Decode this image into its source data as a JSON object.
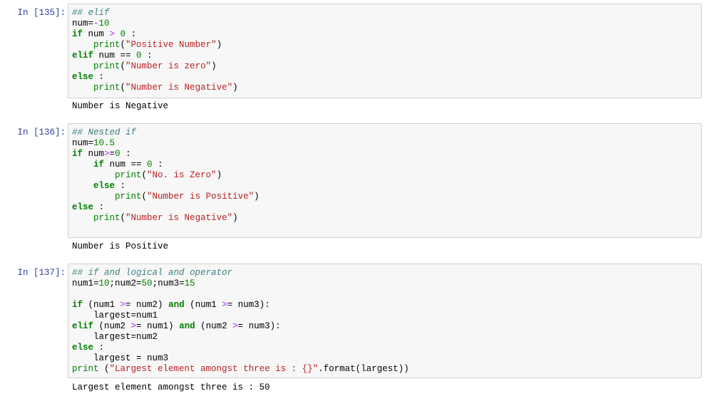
{
  "colors": {
    "prompt": "#303F9F",
    "keyword": "#008000",
    "string": "#BA2121",
    "number": "#008000",
    "operator": "#AA22FF",
    "comment": "#408080",
    "cell_background": "#f7f7f7",
    "cell_border": "#cfcfcf"
  },
  "cells": [
    {
      "prompt": "In [135]:",
      "lines": [
        [
          {
            "t": "c",
            "v": "## elif"
          }
        ],
        [
          {
            "t": "n",
            "v": "num="
          },
          {
            "t": "o",
            "v": "-"
          },
          {
            "t": "m",
            "v": "10"
          }
        ],
        [
          {
            "t": "k",
            "v": "if"
          },
          {
            "t": "n",
            "v": " num "
          },
          {
            "t": "o",
            "v": ">"
          },
          {
            "t": "n",
            "v": " "
          },
          {
            "t": "m",
            "v": "0"
          },
          {
            "t": "n",
            "v": " :"
          }
        ],
        [
          {
            "t": "n",
            "v": "    "
          },
          {
            "t": "nb",
            "v": "print"
          },
          {
            "t": "n",
            "v": "("
          },
          {
            "t": "s",
            "v": "\"Positive Number\""
          },
          {
            "t": "n",
            "v": ")"
          }
        ],
        [
          {
            "t": "k",
            "v": "elif"
          },
          {
            "t": "n",
            "v": " num == "
          },
          {
            "t": "m",
            "v": "0"
          },
          {
            "t": "n",
            "v": " :"
          }
        ],
        [
          {
            "t": "n",
            "v": "    "
          },
          {
            "t": "nb",
            "v": "print"
          },
          {
            "t": "n",
            "v": "("
          },
          {
            "t": "s",
            "v": "\"Number is zero\""
          },
          {
            "t": "n",
            "v": ")"
          }
        ],
        [
          {
            "t": "k",
            "v": "else"
          },
          {
            "t": "n",
            "v": " :"
          }
        ],
        [
          {
            "t": "n",
            "v": "    "
          },
          {
            "t": "nb",
            "v": "print"
          },
          {
            "t": "n",
            "v": "("
          },
          {
            "t": "s",
            "v": "\"Number is Negative\""
          },
          {
            "t": "n",
            "v": ")"
          }
        ]
      ],
      "output": "Number is Negative"
    },
    {
      "prompt": "In [136]:",
      "lines": [
        [
          {
            "t": "c",
            "v": "## Nested if"
          }
        ],
        [
          {
            "t": "n",
            "v": "num="
          },
          {
            "t": "m",
            "v": "10.5"
          }
        ],
        [
          {
            "t": "k",
            "v": "if"
          },
          {
            "t": "n",
            "v": " num"
          },
          {
            "t": "o",
            "v": ">"
          },
          {
            "t": "n",
            "v": "="
          },
          {
            "t": "m",
            "v": "0"
          },
          {
            "t": "n",
            "v": " :"
          }
        ],
        [
          {
            "t": "n",
            "v": "    "
          },
          {
            "t": "k",
            "v": "if"
          },
          {
            "t": "n",
            "v": " num == "
          },
          {
            "t": "m",
            "v": "0"
          },
          {
            "t": "n",
            "v": " :"
          }
        ],
        [
          {
            "t": "n",
            "v": "        "
          },
          {
            "t": "nb",
            "v": "print"
          },
          {
            "t": "n",
            "v": "("
          },
          {
            "t": "s",
            "v": "\"No. is Zero\""
          },
          {
            "t": "n",
            "v": ")"
          }
        ],
        [
          {
            "t": "n",
            "v": "    "
          },
          {
            "t": "k",
            "v": "else"
          },
          {
            "t": "n",
            "v": " :"
          }
        ],
        [
          {
            "t": "n",
            "v": "        "
          },
          {
            "t": "nb",
            "v": "print"
          },
          {
            "t": "n",
            "v": "("
          },
          {
            "t": "s",
            "v": "\"Number is Positive\""
          },
          {
            "t": "n",
            "v": ")"
          }
        ],
        [
          {
            "t": "k",
            "v": "else"
          },
          {
            "t": "n",
            "v": " :"
          }
        ],
        [
          {
            "t": "n",
            "v": "    "
          },
          {
            "t": "nb",
            "v": "print"
          },
          {
            "t": "n",
            "v": "("
          },
          {
            "t": "s",
            "v": "\"Number is Negative\""
          },
          {
            "t": "n",
            "v": ")"
          }
        ],
        [
          {
            "t": "n",
            "v": " "
          }
        ]
      ],
      "output": "Number is Positive"
    },
    {
      "prompt": "In [137]:",
      "lines": [
        [
          {
            "t": "c",
            "v": "## if and logical and operator"
          }
        ],
        [
          {
            "t": "n",
            "v": "num1="
          },
          {
            "t": "m",
            "v": "10"
          },
          {
            "t": "n",
            "v": ";num2="
          },
          {
            "t": "m",
            "v": "50"
          },
          {
            "t": "n",
            "v": ";num3="
          },
          {
            "t": "m",
            "v": "15"
          }
        ],
        [
          {
            "t": "n",
            "v": " "
          }
        ],
        [
          {
            "t": "k",
            "v": "if"
          },
          {
            "t": "n",
            "v": " (num1 "
          },
          {
            "t": "o",
            "v": ">"
          },
          {
            "t": "n",
            "v": "= num2) "
          },
          {
            "t": "k",
            "v": "and"
          },
          {
            "t": "n",
            "v": " (num1 "
          },
          {
            "t": "o",
            "v": ">"
          },
          {
            "t": "n",
            "v": "= num3):"
          }
        ],
        [
          {
            "t": "n",
            "v": "    largest=num1"
          }
        ],
        [
          {
            "t": "k",
            "v": "elif"
          },
          {
            "t": "n",
            "v": " (num2 "
          },
          {
            "t": "o",
            "v": ">"
          },
          {
            "t": "n",
            "v": "= num1) "
          },
          {
            "t": "k",
            "v": "and"
          },
          {
            "t": "n",
            "v": " (num2 "
          },
          {
            "t": "o",
            "v": ">"
          },
          {
            "t": "n",
            "v": "= num3):"
          }
        ],
        [
          {
            "t": "n",
            "v": "    largest=num2"
          }
        ],
        [
          {
            "t": "k",
            "v": "else"
          },
          {
            "t": "n",
            "v": " :"
          }
        ],
        [
          {
            "t": "n",
            "v": "    largest = num3"
          }
        ],
        [
          {
            "t": "nb",
            "v": "print"
          },
          {
            "t": "n",
            "v": " ("
          },
          {
            "t": "s",
            "v": "\"Largest element amongst three is : {}\""
          },
          {
            "t": "n",
            "v": ".format(largest))"
          }
        ]
      ],
      "output": "Largest element amongst three is : 50"
    }
  ]
}
